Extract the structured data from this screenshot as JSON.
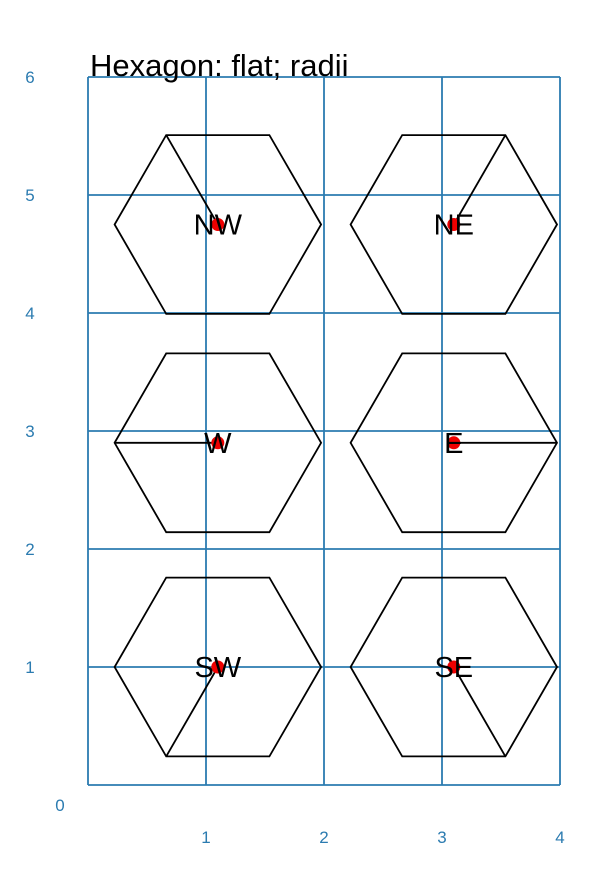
{
  "title": "Hexagon: flat; radii",
  "axes": {
    "x_ticks": [
      "1",
      "2",
      "3",
      "4"
    ],
    "y_ticks": [
      "0",
      "1",
      "2",
      "3",
      "4",
      "5",
      "6"
    ],
    "x_range": [
      0,
      4
    ],
    "y_range": [
      0,
      6
    ],
    "grid": true,
    "color": "#2b7bb0"
  },
  "hexagons": [
    {
      "label": "NW",
      "cx": 1.1,
      "cy": 4.75,
      "r": 0.875,
      "radius_direction": "NW"
    },
    {
      "label": "NE",
      "cx": 3.1,
      "cy": 4.75,
      "r": 0.875,
      "radius_direction": "NE"
    },
    {
      "label": "W",
      "cx": 1.1,
      "cy": 2.9,
      "r": 0.875,
      "radius_direction": "W"
    },
    {
      "label": "E",
      "cx": 3.1,
      "cy": 2.9,
      "r": 0.875,
      "radius_direction": "E"
    },
    {
      "label": "SW",
      "cx": 1.1,
      "cy": 1.0,
      "r": 0.875,
      "radius_direction": "SW"
    },
    {
      "label": "SE",
      "cx": 3.1,
      "cy": 1.0,
      "r": 0.875,
      "radius_direction": "SE"
    }
  ],
  "colors": {
    "outline": "#000000",
    "center_dot": "#ee0000"
  }
}
